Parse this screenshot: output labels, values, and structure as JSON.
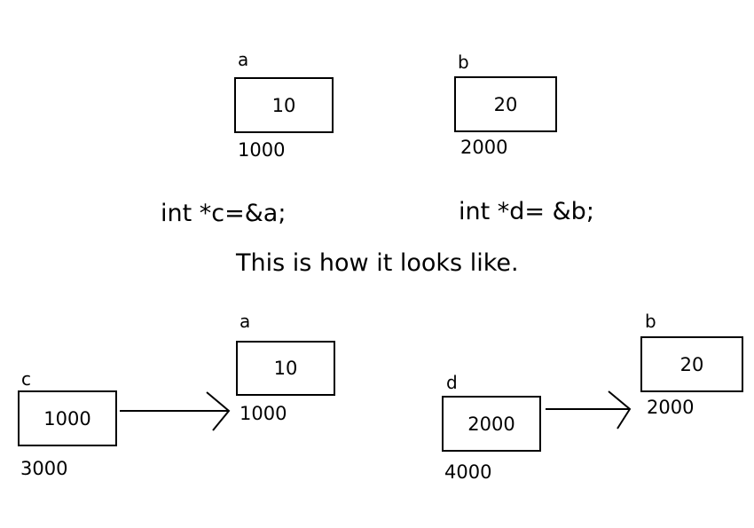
{
  "top": {
    "var_a": {
      "name": "a",
      "value": "10",
      "address": "1000"
    },
    "var_b": {
      "name": "b",
      "value": "20",
      "address": "2000"
    }
  },
  "code": {
    "line_c": "int *c=&a;",
    "line_d": "int *d= &b;"
  },
  "caption": "This is how it looks like.",
  "bottom": {
    "ptr_c": {
      "name": "c",
      "value": "1000",
      "address": "3000"
    },
    "var_a": {
      "name": "a",
      "value": "10",
      "address": "1000"
    },
    "ptr_d": {
      "name": "d",
      "value": "2000",
      "address": "4000"
    },
    "var_b": {
      "name": "b",
      "value": "20",
      "address": "2000"
    }
  },
  "colors": {
    "stroke": "#000000",
    "background": "#ffffff"
  }
}
